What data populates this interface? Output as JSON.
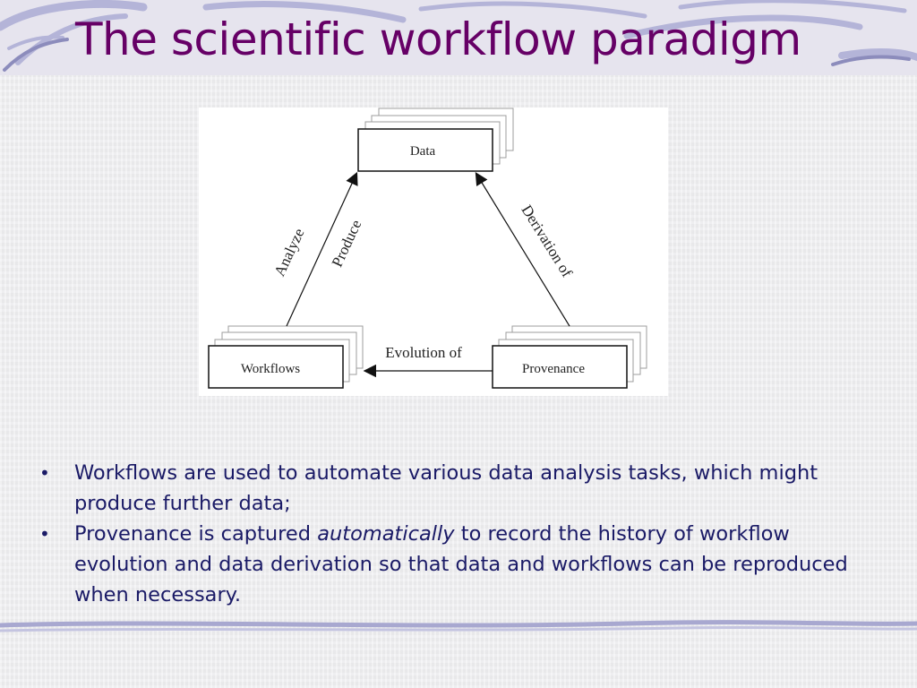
{
  "slide": {
    "title": "The scientific workflow paradigm"
  },
  "diagram": {
    "nodes": {
      "data": "Data",
      "workflows": "Workflows",
      "provenance": "Provenance"
    },
    "edges": {
      "analyze": "Analyze",
      "produce": "Produce",
      "derivation_of": "Derivation of",
      "evolution_of": "Evolution of"
    }
  },
  "bullets": [
    {
      "text": "Workflows are used to automate various data analysis tasks, which might produce further data;"
    },
    {
      "text_before": "Provenance is captured ",
      "emphasis": "automatically",
      "text_after": " to record the history of workflow evolution and data derivation so that data and workflows can be reproduced when necessary."
    }
  ],
  "colors": {
    "title": "#660066",
    "body_text": "#1a1a66",
    "swirl": "#9a9ac8"
  }
}
